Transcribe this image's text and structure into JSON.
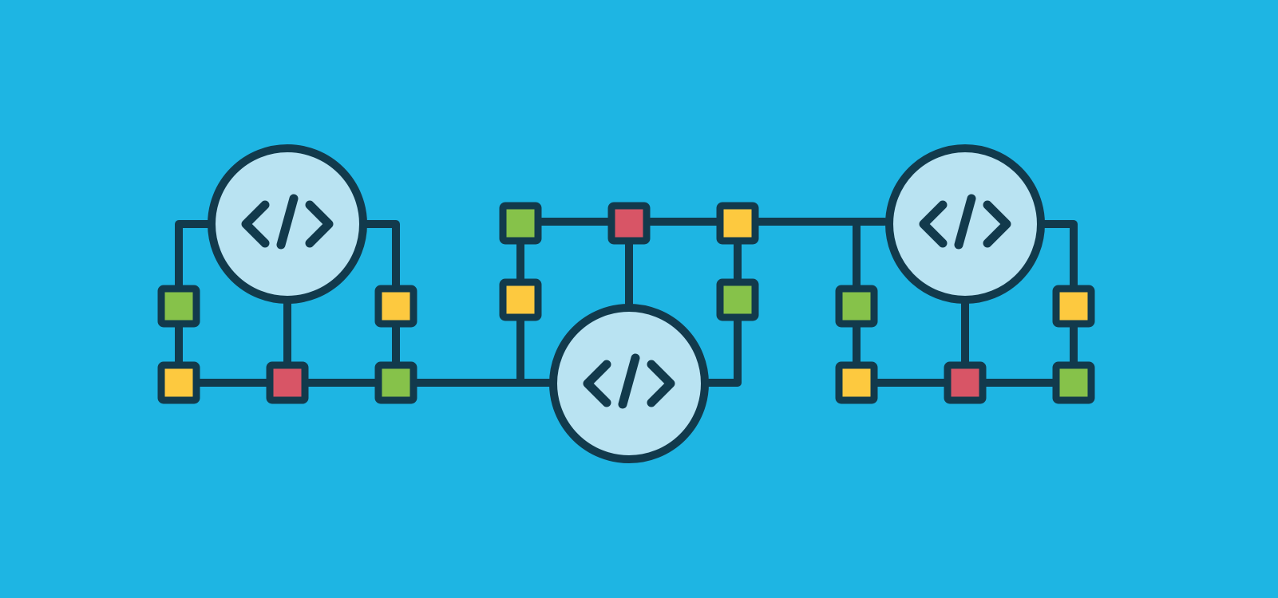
{
  "colors": {
    "background": "#1eb5e3",
    "stroke": "#123a4c",
    "circle_fill": "#b9e3f2",
    "green": "#86c24a",
    "yellow": "#fdc93f",
    "red": "#d85566"
  },
  "nodes": {
    "circles": [
      {
        "name": "code-node-left",
        "icon": "code-brackets-icon"
      },
      {
        "name": "code-node-center",
        "icon": "code-brackets-icon"
      },
      {
        "name": "code-node-right",
        "icon": "code-brackets-icon"
      }
    ],
    "squares": [
      {
        "name": "block-left-upper-left",
        "color": "green"
      },
      {
        "name": "block-left-upper-right",
        "color": "yellow"
      },
      {
        "name": "block-left-lower-left",
        "color": "yellow"
      },
      {
        "name": "block-left-lower-center",
        "color": "red"
      },
      {
        "name": "block-left-lower-right",
        "color": "green"
      },
      {
        "name": "block-center-top-left",
        "color": "green"
      },
      {
        "name": "block-center-top-middle",
        "color": "red"
      },
      {
        "name": "block-center-top-right",
        "color": "yellow"
      },
      {
        "name": "block-center-mid-left",
        "color": "yellow"
      },
      {
        "name": "block-center-mid-right",
        "color": "green"
      },
      {
        "name": "block-right-upper-left",
        "color": "green"
      },
      {
        "name": "block-right-upper-right",
        "color": "yellow"
      },
      {
        "name": "block-right-lower-left",
        "color": "yellow"
      },
      {
        "name": "block-right-lower-center",
        "color": "red"
      },
      {
        "name": "block-right-lower-right",
        "color": "green"
      }
    ]
  }
}
